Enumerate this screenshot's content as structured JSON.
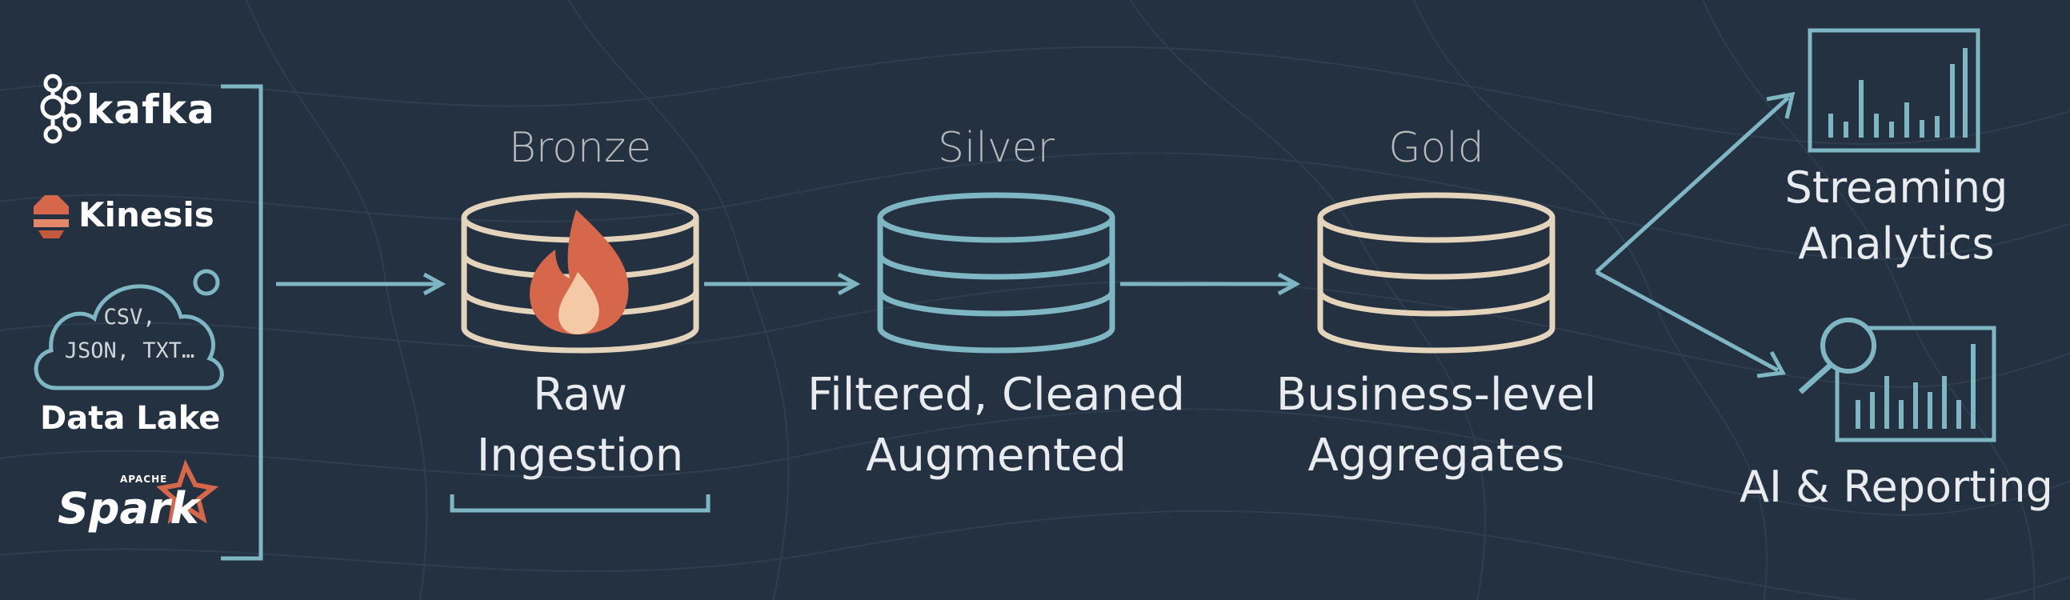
{
  "sources": {
    "kafka_label": "kafka",
    "kinesis_label": "Kinesis",
    "cloud_line1": "CSV,",
    "cloud_line2": "JSON, TXT…",
    "data_lake_label": "Data Lake",
    "spark_label": "Spark",
    "spark_apache_label": "APACHE"
  },
  "stages": {
    "bronze": {
      "tier": "Bronze",
      "line1": "Raw",
      "line2": "Ingestion"
    },
    "silver": {
      "tier": "Silver",
      "line1": "Filtered, Cleaned",
      "line2": "Augmented"
    },
    "gold": {
      "tier": "Gold",
      "line1": "Business-level",
      "line2": "Aggregates"
    }
  },
  "outputs": {
    "streaming_line1": "Streaming",
    "streaming_line2": "Analytics",
    "ai_reporting": "AI & Reporting"
  },
  "colors": {
    "background": "#233140",
    "bronze_cylinder": "#e4d4bb",
    "silver_cylinder": "#7fb6c4",
    "gold_cylinder": "#e4d4bb",
    "arrows": "#7fb6c4",
    "flame": "#d7674a",
    "flame_inner": "#f3c9a6",
    "icons": "#7fb6c4"
  }
}
